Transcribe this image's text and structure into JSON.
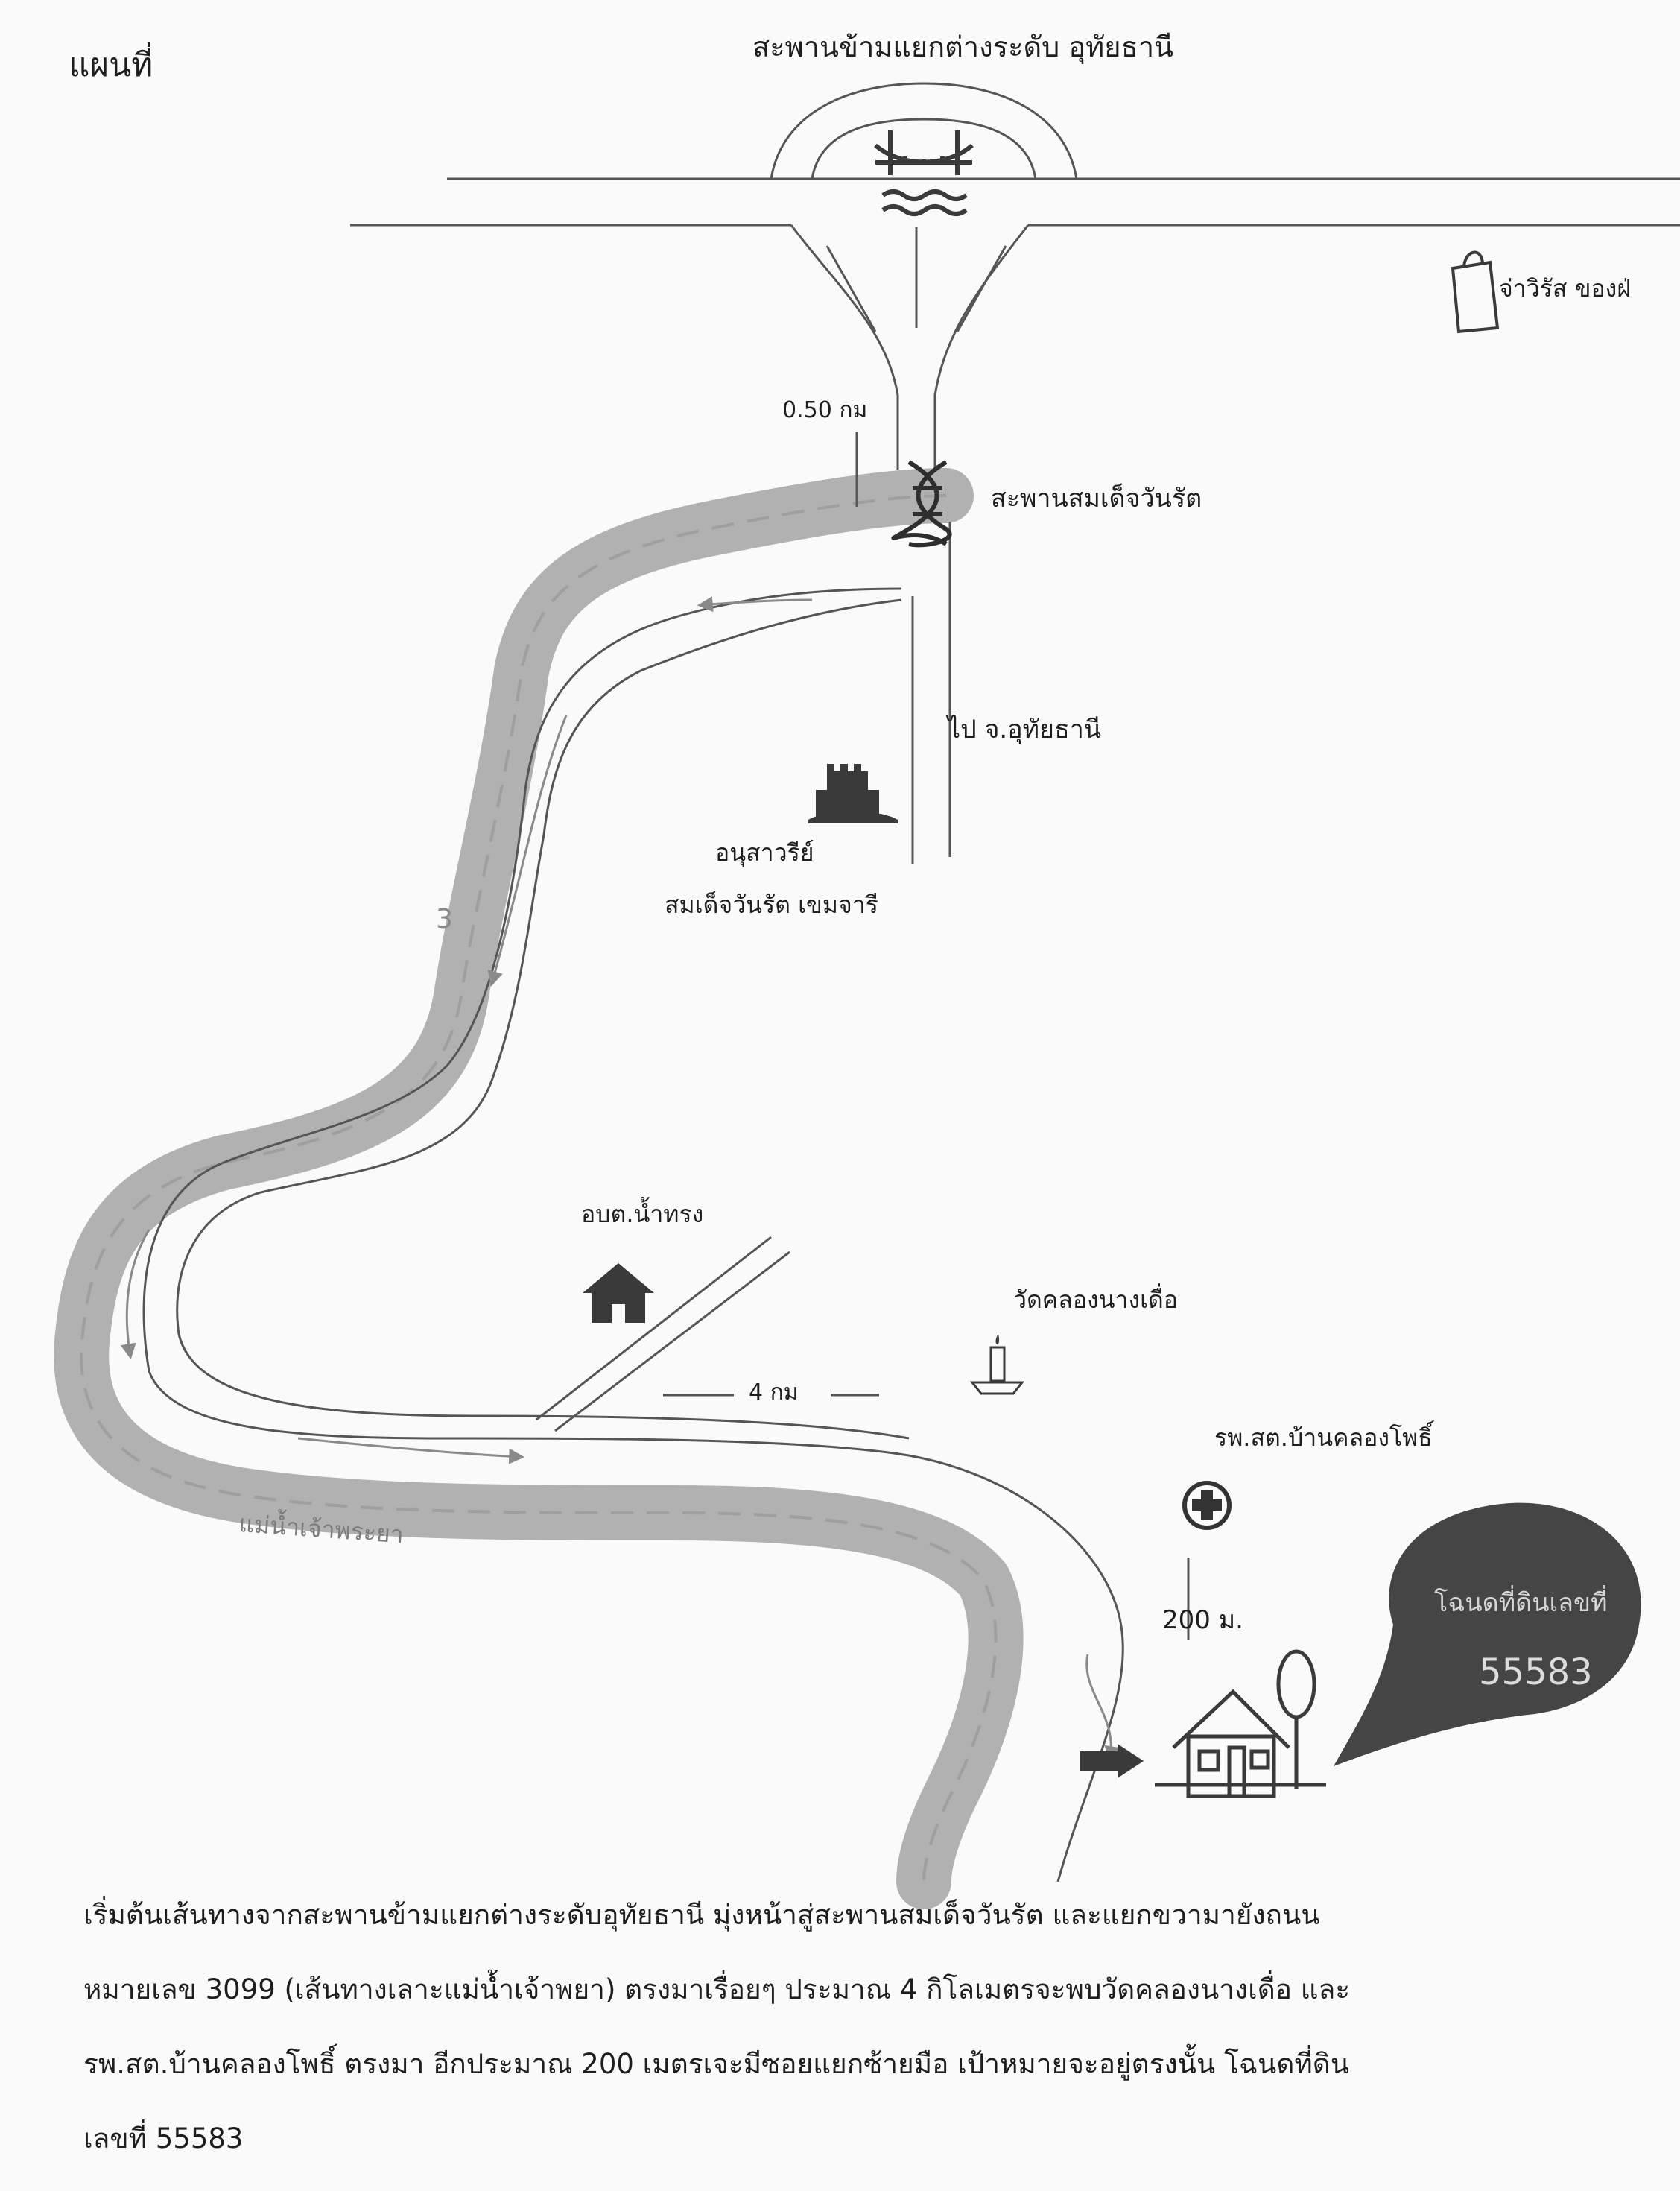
{
  "page": {
    "title": "แผนที่"
  },
  "labels": {
    "interchange": "สะพานข้ามแยกต่างระดับ อุทัยธานี",
    "shop": "จ่าวิรัส ของฝ่",
    "distance_top": "0.50 กม",
    "bridge": "สะพานสมเด็จวันรัต",
    "to_city": "ไป จ.อุทัยธานี",
    "monument_line1": "อนุสาวรีย์",
    "monument_line2": "สมเด็จวันรัต เขมจารี",
    "river_mark": "3",
    "tambon_office": "อบต.น้ำทรง",
    "temple": "วัดคลองนางเดื่อ",
    "distance_mid": "4 กม",
    "health_center": "รพ.สต.บ้านคลองโพธิ์",
    "river_name": "แม่น้ำเจ้าพระยา",
    "distance_end": "200 ม.",
    "deed_title": "โฉนดที่ดินเลขที่",
    "deed_number": "55583"
  },
  "description": [
    "เริ่มต้นเส้นทางจากสะพานข้ามแยกต่างระดับอุทัยธานี มุ่งหน้าสู่สะพานสมเด็จวันรัต และแยกขวามายังถนน",
    "หมายเลข 3099 (เส้นทางเลาะแม่น้ำเจ้าพยา) ตรงมาเรื่อยๆ ประมาณ 4 กิโลเมตรจะพบวัดคลองนางเดื่อ และ",
    "รพ.สต.บ้านคลองโพธิ์ ตรงมา อีกประมาณ 200 เมตรเจะมีซอยแยกซ้ายมือ เป้าหมายจะอยู่ตรงนั้น โฉนดที่ดิน",
    "เลขที่ 55583"
  ],
  "colors": {
    "river": "#a6a6a6",
    "line": "#4d4d4d",
    "icon": "#3a3a3a",
    "bubble": "#454545",
    "bubble_text": "#d9d9d9"
  },
  "icons": [
    "bridge-icon",
    "water-icon",
    "shopping-bag-icon",
    "dna-bridge-icon",
    "castle-icon",
    "house-icon",
    "candle-icon",
    "medical-cross-icon",
    "home-tree-icon",
    "arrow-right-icon"
  ]
}
